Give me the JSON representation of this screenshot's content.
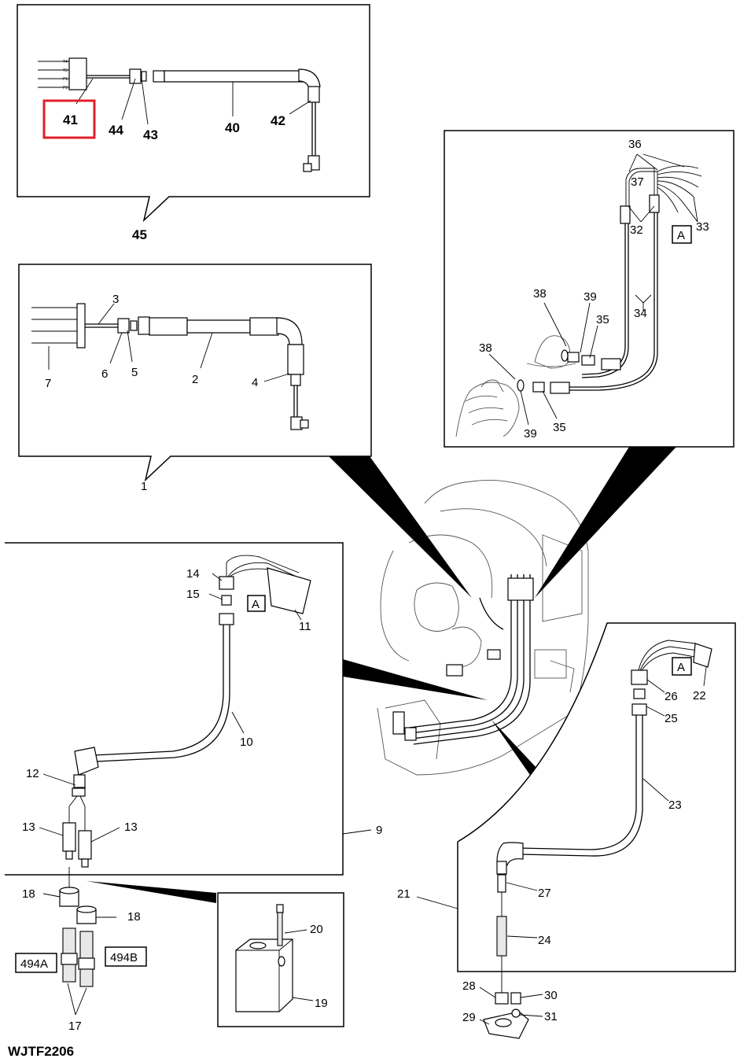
{
  "figure_code": "WJTF2206",
  "highlight_color": "#e0202a",
  "callouts": {
    "c1": "1",
    "c2": "2",
    "c3": "3",
    "c4": "4",
    "c5": "5",
    "c6": "6",
    "c7": "7",
    "c9": "9",
    "c10": "10",
    "c11": "11",
    "c12": "12",
    "c13a": "13",
    "c13b": "13",
    "c14": "14",
    "c15": "15",
    "c17": "17",
    "c18a": "18",
    "c18b": "18",
    "c19": "19",
    "c20": "20",
    "c21": "21",
    "c22": "22",
    "c23": "23",
    "c24": "24",
    "c25": "25",
    "c26": "26",
    "c27": "27",
    "c28": "28",
    "c29": "29",
    "c30": "30",
    "c31": "31",
    "c32": "32",
    "c33": "33",
    "c34": "34",
    "c35a": "35",
    "c35b": "35",
    "c36": "36",
    "c37": "37",
    "c38a": "38",
    "c38b": "38",
    "c39a": "39",
    "c39b": "39",
    "c40": "40",
    "c41": "41",
    "c42": "42",
    "c43": "43",
    "c44": "44",
    "c45": "45"
  },
  "view_tags": {
    "a1": "A",
    "a2": "A",
    "a3": "A"
  },
  "boxed_labels": {
    "b494a": "494A",
    "b494b": "494B"
  },
  "connector_pins": {
    "p1": "T4",
    "p2": "T3",
    "p3": "P1",
    "p4": "P2"
  }
}
